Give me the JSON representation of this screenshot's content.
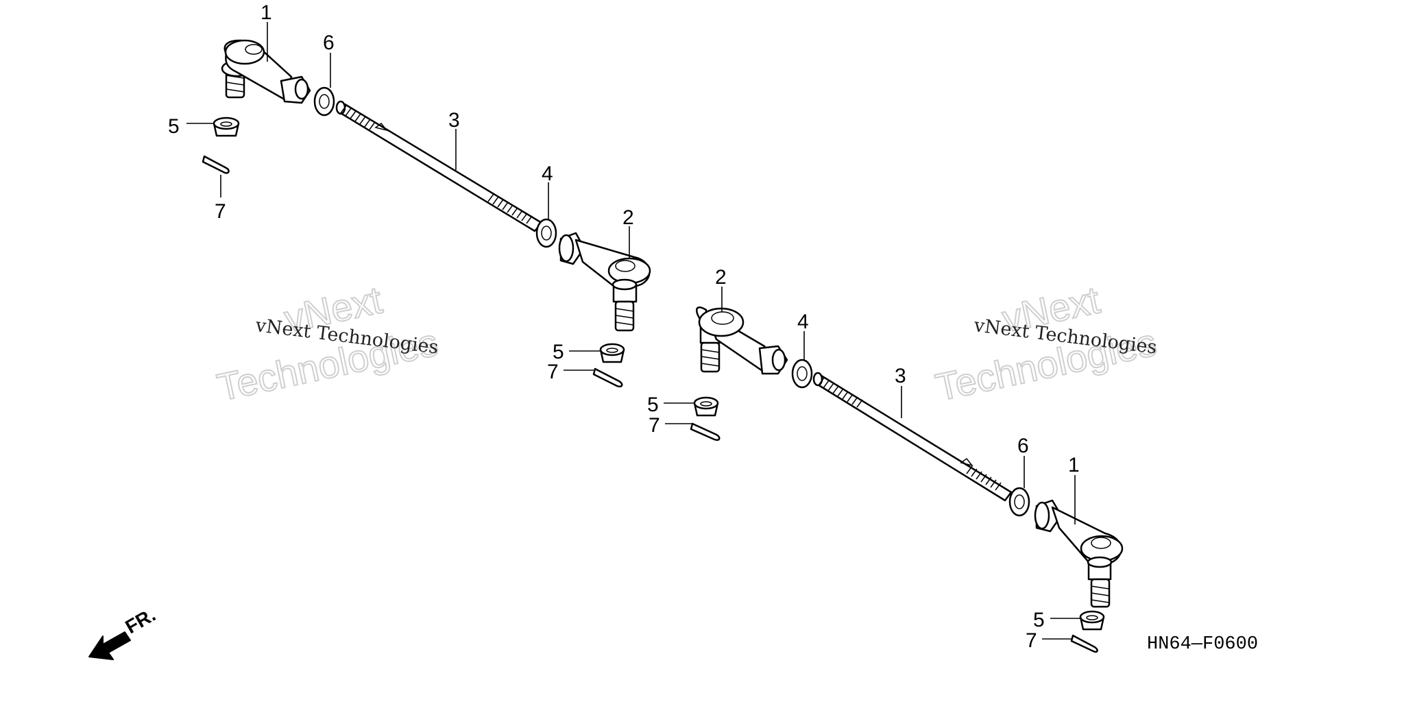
{
  "diagram_code": "HN64—F0600",
  "front_label": "FR.",
  "watermark": {
    "line1": "vNext Technologies",
    "outline_top": "vNext",
    "outline_bottom": "Technologies"
  },
  "callouts": {
    "left_assembly": [
      "1",
      "6",
      "5",
      "7",
      "3",
      "4",
      "2",
      "5",
      "7"
    ],
    "right_assembly": [
      "2",
      "4",
      "5",
      "7",
      "3",
      "6",
      "1",
      "5",
      "7"
    ]
  },
  "icons": [
    "front-direction-arrow-icon"
  ]
}
